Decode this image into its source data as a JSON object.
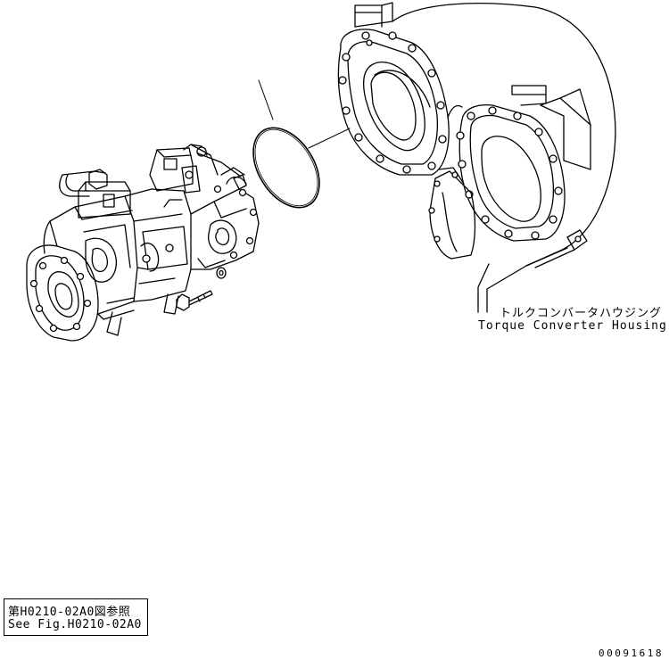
{
  "labels": {
    "housing_jp": "トルクコンバータハウジング",
    "housing_en": "Torque Converter Housing"
  },
  "reference": {
    "line_jp": "第H0210-02A0図参照",
    "line_en": "See Fig.H0210-02A0"
  },
  "figure_id": "00091618"
}
